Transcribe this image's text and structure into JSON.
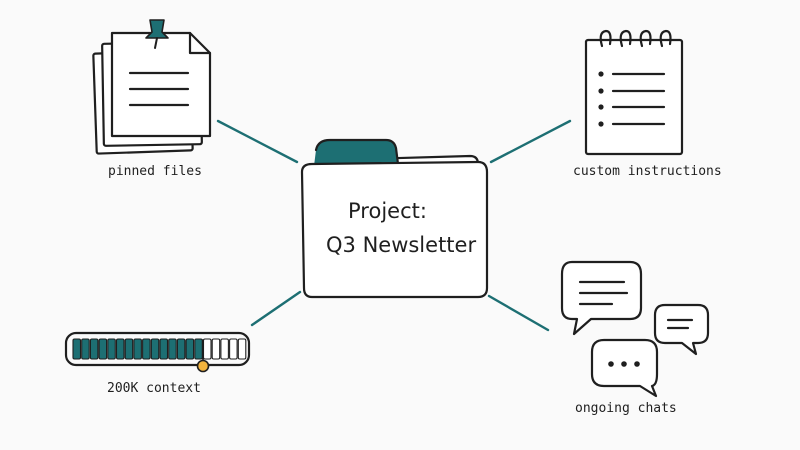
{
  "center": {
    "line1": "Project:",
    "line2": "Q3 Newsletter"
  },
  "nodes": {
    "pinned": {
      "label": "pinned files"
    },
    "instructions": {
      "label": "custom instructions"
    },
    "context": {
      "label": "200K context",
      "segments_total": 20,
      "segments_filled": 15
    },
    "chats": {
      "label": "ongoing chats"
    }
  },
  "colors": {
    "accent": "#1d6f73",
    "marker": "#f2b33d",
    "ink": "#1f1f1f",
    "background": "#fafafa"
  }
}
